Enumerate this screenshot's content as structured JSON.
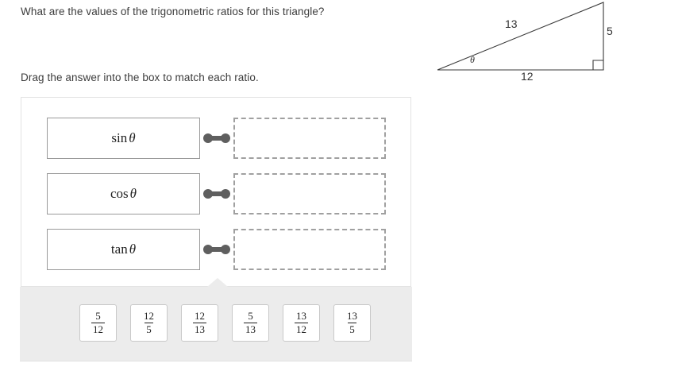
{
  "question": {
    "prompt": "What are the values of the trigonometric ratios for this triangle?",
    "instruction": "Drag the answer into the box to match each ratio."
  },
  "figure": {
    "name": "right-triangle",
    "hypotenuse_label": "13",
    "base_label": "12",
    "opposite_label": "5",
    "angle_label": "θ",
    "stroke_color": "#3a3a3a"
  },
  "matcher": {
    "rows": [
      {
        "prompt_function": "sin",
        "prompt_variable": "θ",
        "drop_value": ""
      },
      {
        "prompt_function": "cos",
        "prompt_variable": "θ",
        "drop_value": ""
      },
      {
        "prompt_function": "tan",
        "prompt_variable": "θ",
        "drop_value": ""
      }
    ]
  },
  "tray": {
    "tiles": [
      {
        "numerator": "5",
        "denominator": "12"
      },
      {
        "numerator": "12",
        "denominator": "5"
      },
      {
        "numerator": "12",
        "denominator": "13"
      },
      {
        "numerator": "5",
        "denominator": "13"
      },
      {
        "numerator": "13",
        "denominator": "12"
      },
      {
        "numerator": "13",
        "denominator": "5"
      }
    ]
  },
  "colors": {
    "panel_border": "#e3e3e3",
    "prompt_border": "#9a9a9a",
    "drop_border": "#a0a0a0",
    "connector": "#5f5f5f",
    "tray_bg": "#ececec",
    "text": "#3c3c3c"
  }
}
